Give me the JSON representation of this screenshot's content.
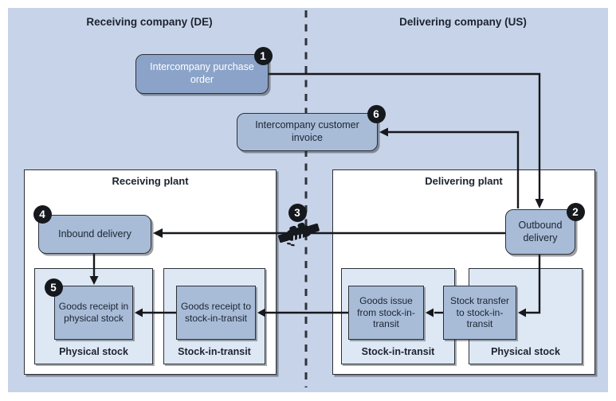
{
  "colors": {
    "canvas": "#c7d3e8",
    "box_blue": "#8ba3c9",
    "box_light_blue": "#a8bcd8",
    "area_fill": "#dee8f4",
    "panel_fill": "#ffffff",
    "badge_bg": "#15181d",
    "text_dark": "#1c2430",
    "line": "#16181c"
  },
  "headers": {
    "left": "Receiving company (DE)",
    "right": "Delivering company (US)"
  },
  "steps": {
    "s1": "1",
    "s2": "2",
    "s3": "3",
    "s4": "4",
    "s5": "5",
    "s6": "6"
  },
  "boxes": {
    "purchase_order": "Intercompany purchase order",
    "customer_invoice": "Intercompany customer invoice",
    "inbound_delivery": "Inbound delivery",
    "outbound_delivery": "Outbound delivery",
    "goods_receipt_physical": "Goods receipt in physical stock",
    "goods_receipt_transit": "Goods receipt to stock-in-transit",
    "goods_issue_transit": "Goods issue from stock-in-transit",
    "stock_transfer_transit": "Stock transfer to stock-in-transit"
  },
  "plants": {
    "receiving": {
      "title": "Receiving plant",
      "areas": {
        "physical": "Physical stock",
        "transit": "Stock-in-transit"
      }
    },
    "delivering": {
      "title": "Delivering plant",
      "areas": {
        "transit": "Stock-in-transit",
        "physical": "Physical stock"
      }
    }
  },
  "icons": {
    "handshake": "handshake"
  }
}
